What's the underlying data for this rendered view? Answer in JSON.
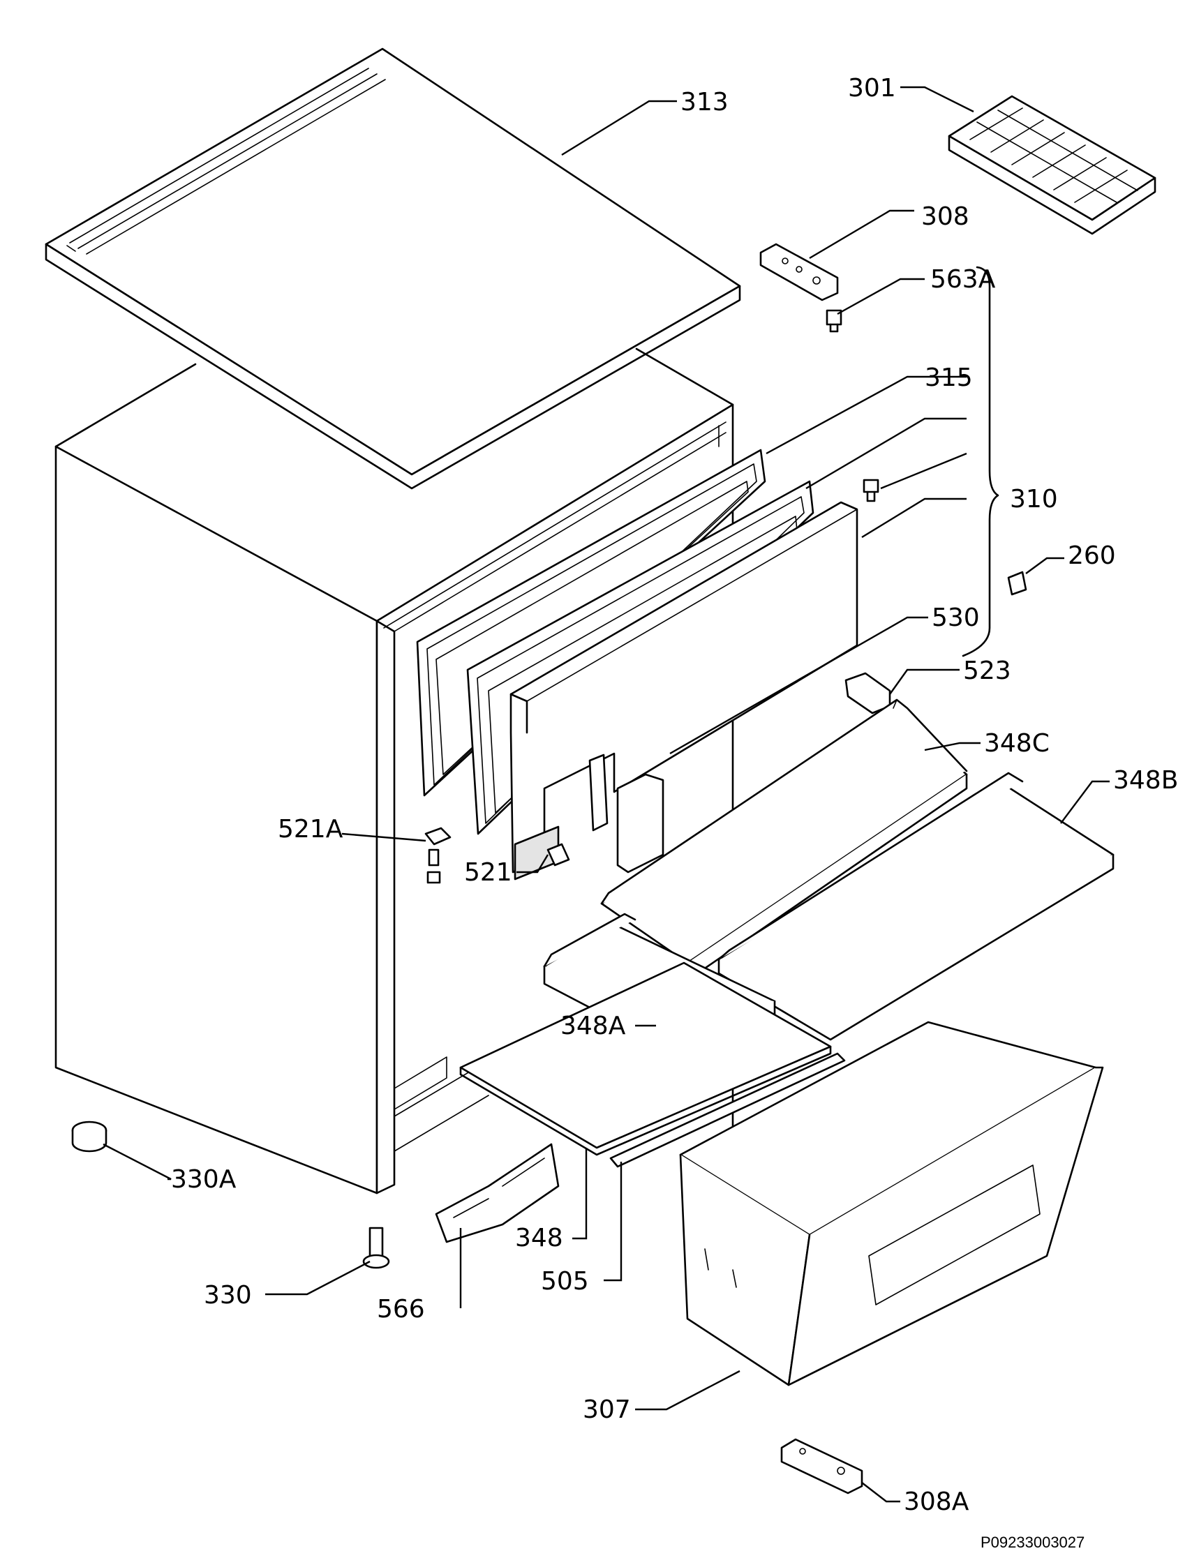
{
  "labels": {
    "313": "313",
    "301": "301",
    "308": "308",
    "563A": "563A",
    "315": "315",
    "310": "310",
    "260": "260",
    "530": "530",
    "523": "523",
    "348C": "348C",
    "348B": "348B",
    "521A": "521A",
    "521": "521",
    "348A": "348A",
    "330A": "330A",
    "348": "348",
    "505": "505",
    "330": "330",
    "566": "566",
    "307": "307",
    "308A": "308A"
  },
  "reference_code": "P09233003027"
}
